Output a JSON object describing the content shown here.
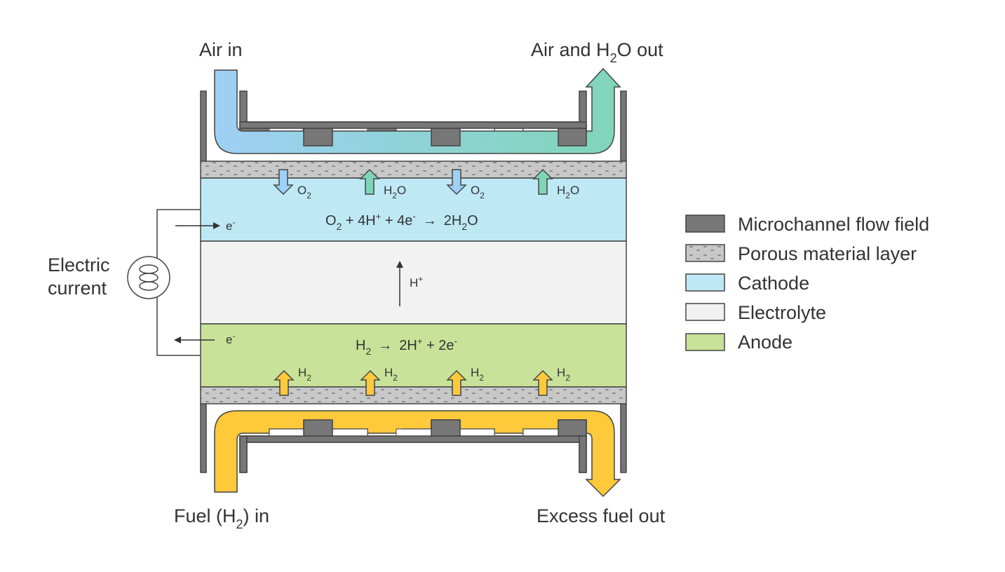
{
  "labels": {
    "air_in": "Air in",
    "air_h2o_out_pre": "Air and H",
    "air_h2o_out_sub": "2",
    "air_h2o_out_post": "O out",
    "fuel_in_pre": "Fuel (H",
    "fuel_in_sub": "2",
    "fuel_in_post": ") in",
    "excess_fuel_out": "Excess fuel out",
    "electric_current_line1": "Electric",
    "electric_current_line2": "current",
    "cathode_reaction": {
      "p1": "O",
      "s1": "2",
      "p2": " + 4H",
      "u1": "+",
      "p3": " + 4e",
      "u2": "-",
      "arrow": "→",
      "p4": "2H",
      "s2": "2",
      "p5": "O"
    },
    "anode_reaction": {
      "p1": "H",
      "s1": "2",
      "arrow": "→",
      "p2": "2H",
      "u1": "+",
      "p3": " + 2e",
      "u2": "-"
    },
    "proton": {
      "base": "H",
      "sup": "+"
    },
    "electron_top": {
      "base": "e",
      "sup": "-"
    },
    "electron_bottom": {
      "base": "e",
      "sup": "-"
    },
    "o2_arrow": {
      "base": "O",
      "sub": "2"
    },
    "h2o_arrow": {
      "base": "H",
      "sub": "2",
      "post": "O"
    },
    "h2_arrow": {
      "base": "H",
      "sub": "2"
    }
  },
  "legend": [
    {
      "label": "Microchannel flow field",
      "color": "#777777",
      "pattern": "solid"
    },
    {
      "label": "Porous material layer",
      "color": "#c8c8c8",
      "pattern": "dots"
    },
    {
      "label": "Cathode",
      "color": "#bfe8f5",
      "pattern": "solid"
    },
    {
      "label": "Electrolyte",
      "color": "#f2f2f2",
      "pattern": "solid"
    },
    {
      "label": "Anode",
      "color": "#c8e29a",
      "pattern": "solid"
    }
  ],
  "colors": {
    "flow_field": "#777777",
    "porous": "#c8c8c8",
    "cathode": "#bfe8f5",
    "electrolyte": "#f2f2f2",
    "anode": "#c8e29a",
    "air": "#9fd0f5",
    "water": "#7fd5b8",
    "fuel": "#ffc93c",
    "outline": "#444444"
  }
}
